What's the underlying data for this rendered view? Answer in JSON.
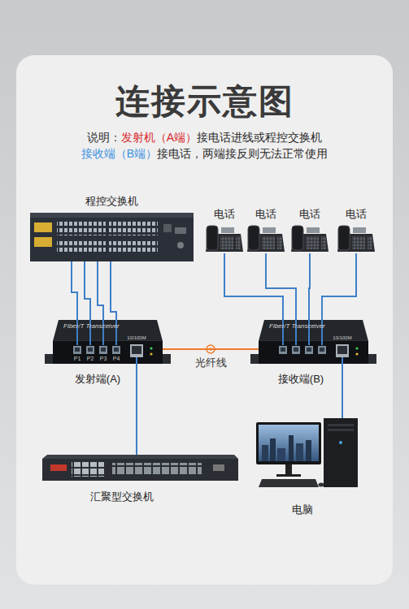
{
  "diagram": {
    "title": "连接示意图",
    "nodes": [
      {
        "text": [
          "程控交换机"
        ]
      },
      {
        "text": [
          "电话"
        ]
      },
      {
        "text": [
          "电话"
        ]
      },
      {
        "text": [
          "电话"
        ]
      },
      {
        "text": [
          "电话"
        ]
      },
      {
        "text": [
          "发射端(A)"
        ]
      },
      {
        "text": [
          "接收端(B)"
        ]
      },
      {
        "text": [
          "汇聚型交换机"
        ]
      },
      {
        "text": [
          "电脑"
        ]
      }
    ],
    "edges": [
      {
        "from": 0,
        "to": 5,
        "arrow": "none"
      },
      {
        "from": 0,
        "to": 5,
        "arrow": "none"
      },
      {
        "from": 0,
        "to": 5,
        "arrow": "none"
      },
      {
        "from": 0,
        "to": 5,
        "arrow": "none"
      },
      {
        "from": 1,
        "to": 6,
        "arrow": "none"
      },
      {
        "from": 2,
        "to": 6,
        "arrow": "none"
      },
      {
        "from": 3,
        "to": 6,
        "arrow": "none"
      },
      {
        "from": 4,
        "to": 6,
        "arrow": "none"
      },
      {
        "from": 5,
        "to": 6,
        "label": "光纤线",
        "arrow": "none"
      },
      {
        "from": 5,
        "to": 7,
        "arrow": "none"
      },
      {
        "from": 6,
        "to": 8,
        "arrow": "none"
      }
    ],
    "labels": [
      "说明：",
      "发射机（A端）",
      "接电话进线或程控交换机",
      "接收端（B端）",
      "接电话，两端接反则无法正常使用",
      "Fiber/T Transceiver",
      "P1",
      "P2",
      "P3",
      "P4",
      "10/100M",
      "Fiber/T Transceiver",
      "10/100M"
    ]
  }
}
